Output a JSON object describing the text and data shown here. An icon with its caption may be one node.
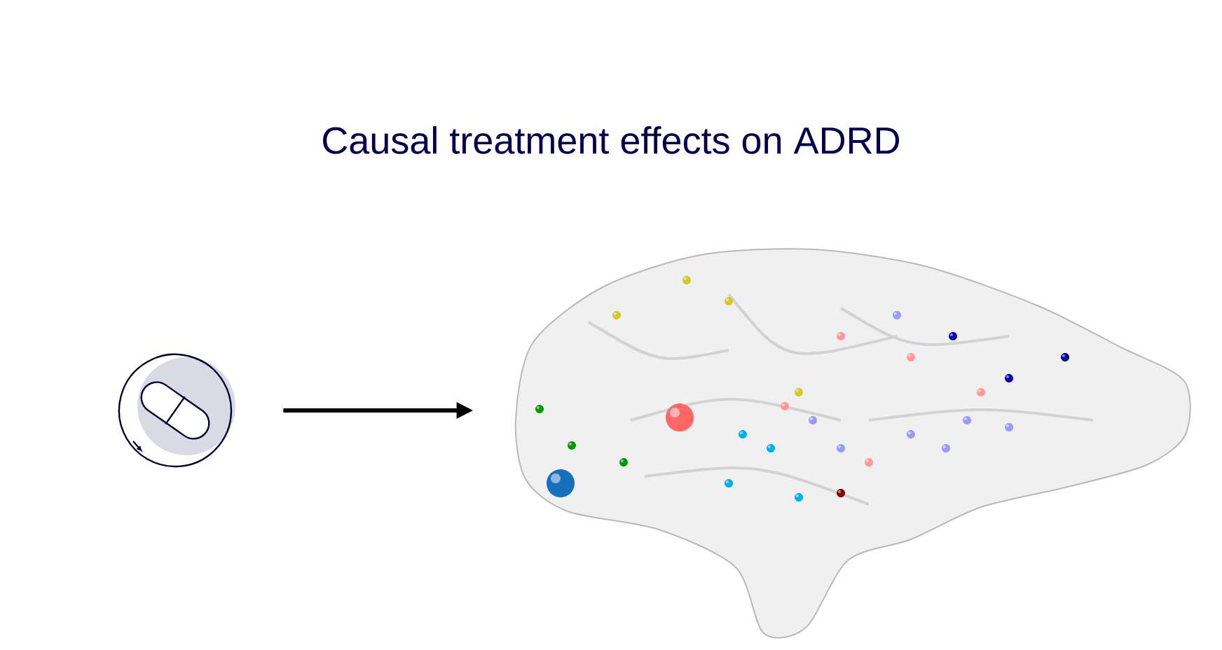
{
  "diagram": {
    "title": "Causal treatment effects on ADRD",
    "nodes": [
      {
        "text": [],
        "shape": "picture"
      },
      {
        "text": [],
        "shape": "picture"
      }
    ],
    "edges": [
      {
        "from": 0,
        "to": 1,
        "arrow": "to"
      }
    ]
  }
}
